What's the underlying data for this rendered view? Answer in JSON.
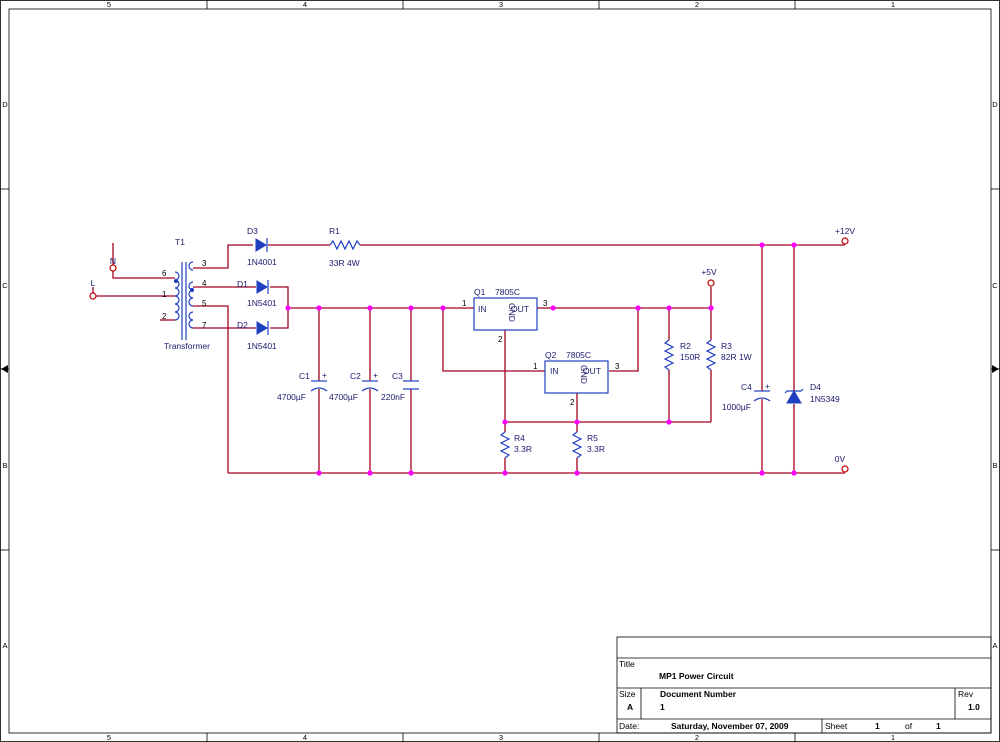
{
  "zones": {
    "columns": [
      "5",
      "4",
      "3",
      "2",
      "1"
    ],
    "rows": [
      "D",
      "C",
      "B",
      "A"
    ]
  },
  "components": {
    "t1": {
      "ref": "T1",
      "value": "Transformer"
    },
    "d1": {
      "ref": "D1",
      "value": "1N5401"
    },
    "d2": {
      "ref": "D2",
      "value": "1N5401"
    },
    "d3": {
      "ref": "D3",
      "value": "1N4001"
    },
    "d4": {
      "ref": "D4",
      "value": "1N5349"
    },
    "r1": {
      "ref": "R1",
      "value": "33R 4W"
    },
    "r2": {
      "ref": "R2",
      "value": "150R"
    },
    "r3": {
      "ref": "R3",
      "value": "82R 1W"
    },
    "r4": {
      "ref": "R4",
      "value": "3.3R"
    },
    "r5": {
      "ref": "R5",
      "value": "3.3R"
    },
    "c1": {
      "ref": "C1",
      "value": "4700µF"
    },
    "c2": {
      "ref": "C2",
      "value": "4700µF"
    },
    "c3": {
      "ref": "C3",
      "value": "220nF"
    },
    "c4": {
      "ref": "C4",
      "value": "1000µF"
    },
    "q1": {
      "ref": "Q1",
      "value": "7805C",
      "in": "IN",
      "out": "OUT",
      "gnd": "GND"
    },
    "q2": {
      "ref": "Q2",
      "value": "7805C",
      "in": "IN",
      "out": "OUT",
      "gnd": "GND"
    }
  },
  "ports": {
    "n": "N",
    "l": "L",
    "v12": "+12V",
    "v5": "+5V",
    "v0": "0V"
  },
  "pins": {
    "t1": [
      "6",
      "1",
      "2",
      "3",
      "4",
      "5",
      "7"
    ],
    "q1": [
      "1",
      "2",
      "3"
    ],
    "q2": [
      "1",
      "2",
      "3"
    ]
  },
  "cap_polarity": "+",
  "title_block": {
    "title_label": "Title",
    "title_value": "MP1 Power Circuit",
    "size_label": "Size",
    "size_value": "A",
    "docnum_label": "Document Number",
    "docnum_value": "1",
    "rev_label": "Rev",
    "rev_value": "1.0",
    "date_label": "Date:",
    "date_value": "Saturday, November 07, 2009",
    "sheet_label": "Sheet",
    "sheet_value": "1",
    "of_label": "of",
    "of_value": "1"
  },
  "colors": {
    "wire": "#a50021",
    "component": "#1f3fbf",
    "junction": "#ff00ff"
  }
}
